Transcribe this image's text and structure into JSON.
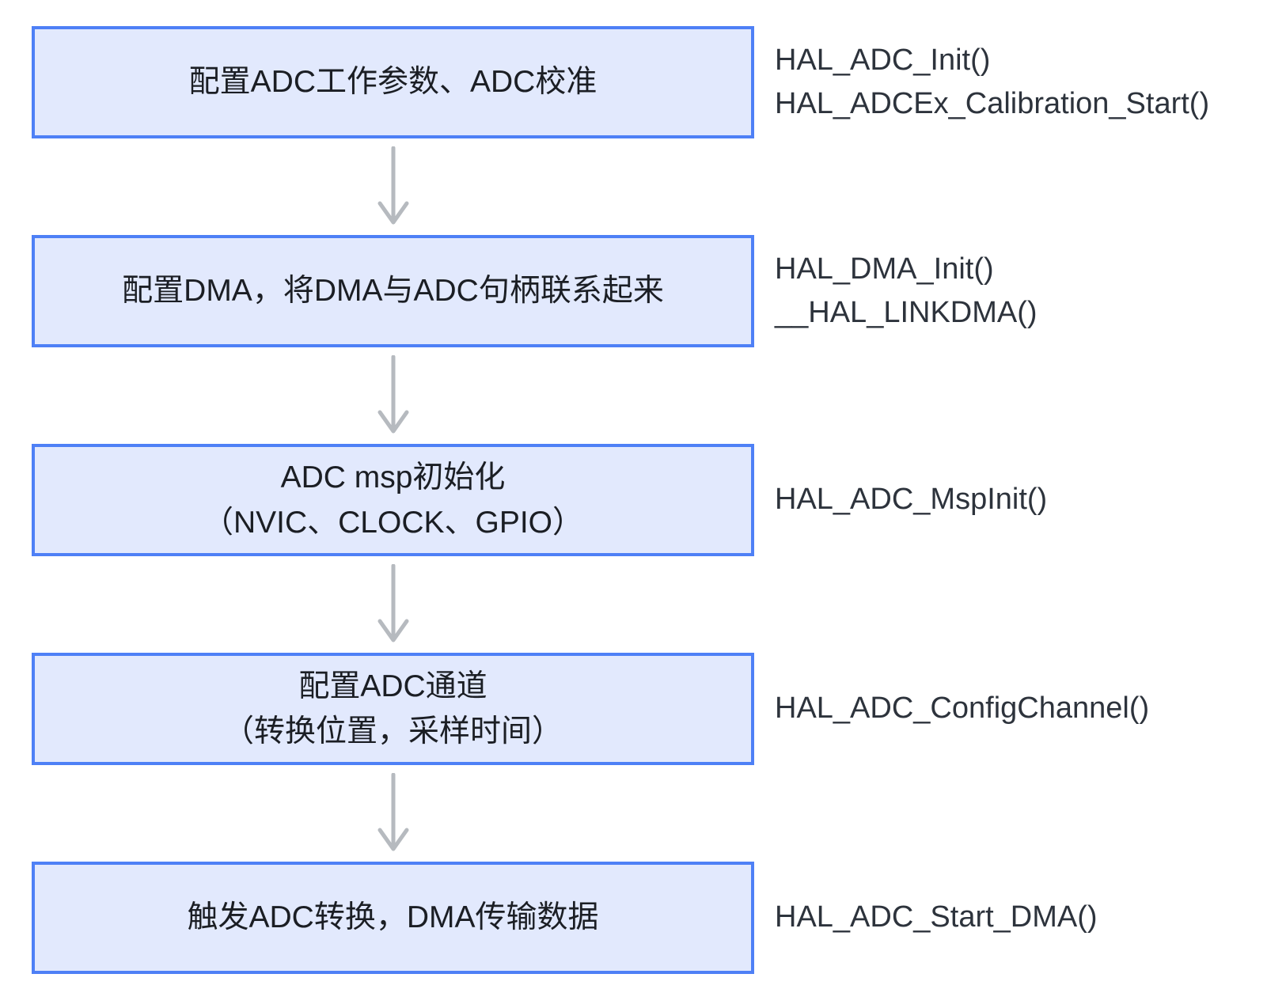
{
  "diagram": {
    "title": "ADC DMA configuration flow",
    "colors": {
      "background": "#ffffff",
      "box_fill": "#e2e9fd",
      "box_border": "#4e80f6",
      "box_text": "#1b1e24",
      "code_text": "#2d333c",
      "arrow": "#b6babf"
    },
    "arrow_icon": "down-arrow",
    "steps": [
      {
        "box_lines": [
          "配置ADC工作参数、ADC校准"
        ],
        "code_lines": [
          "HAL_ADC_Init()",
          "HAL_ADCEx_Calibration_Start()"
        ]
      },
      {
        "box_lines": [
          "配置DMA，将DMA与ADC句柄联系起来"
        ],
        "code_lines": [
          "HAL_DMA_Init()",
          "__HAL_LINKDMA()"
        ]
      },
      {
        "box_lines": [
          "ADC msp初始化",
          "（NVIC、CLOCK、GPIO）"
        ],
        "code_lines": [
          "HAL_ADC_MspInit()"
        ]
      },
      {
        "box_lines": [
          "配置ADC通道",
          "（转换位置，采样时间）"
        ],
        "code_lines": [
          "HAL_ADC_ConfigChannel()"
        ]
      },
      {
        "box_lines": [
          "触发ADC转换，DMA传输数据"
        ],
        "code_lines": [
          "HAL_ADC_Start_DMA()"
        ]
      }
    ]
  }
}
